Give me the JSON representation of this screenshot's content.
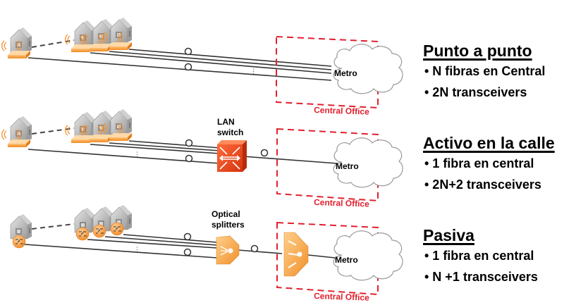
{
  "sections": [
    {
      "id": "p2p",
      "title": "Punto a punto",
      "bullets": [
        "• N fibras en Central",
        "• 2N transceivers"
      ],
      "device_label": "",
      "cloud_label": "Metro",
      "office_label": "Central Office"
    },
    {
      "id": "active",
      "title": "Activo en la calle",
      "bullets": [
        "• 1 fibra en central",
        "• 2N+2 transceivers"
      ],
      "device_label": [
        "LAN",
        "switch"
      ],
      "cloud_label": "Metro",
      "office_label": "Central Office"
    },
    {
      "id": "passive",
      "title": "Pasiva",
      "bullets": [
        "• 1 fibra en central",
        "• N +1 transceivers"
      ],
      "device_label": [
        "Optical",
        "splitters"
      ],
      "cloud_label": "Metro",
      "office_label": "Central Office"
    }
  ],
  "colors": {
    "office_border": "#e0202e",
    "office_text": "#e0202e",
    "fiber": "#333333",
    "ont_orange": "#f7a040",
    "switch_red": "#e8401c",
    "house_gray": "#b8b8b8",
    "cloud_stroke": "#999999"
  },
  "icons": {
    "house": "house-icon",
    "ont_wireless": "wireless-ont-icon",
    "ont_passive": "optical-ont-icon",
    "lan_switch": "lan-switch-icon",
    "splitter": "optical-splitter-icon",
    "cloud": "metro-cloud-icon",
    "coil": "fiber-coil-icon"
  }
}
